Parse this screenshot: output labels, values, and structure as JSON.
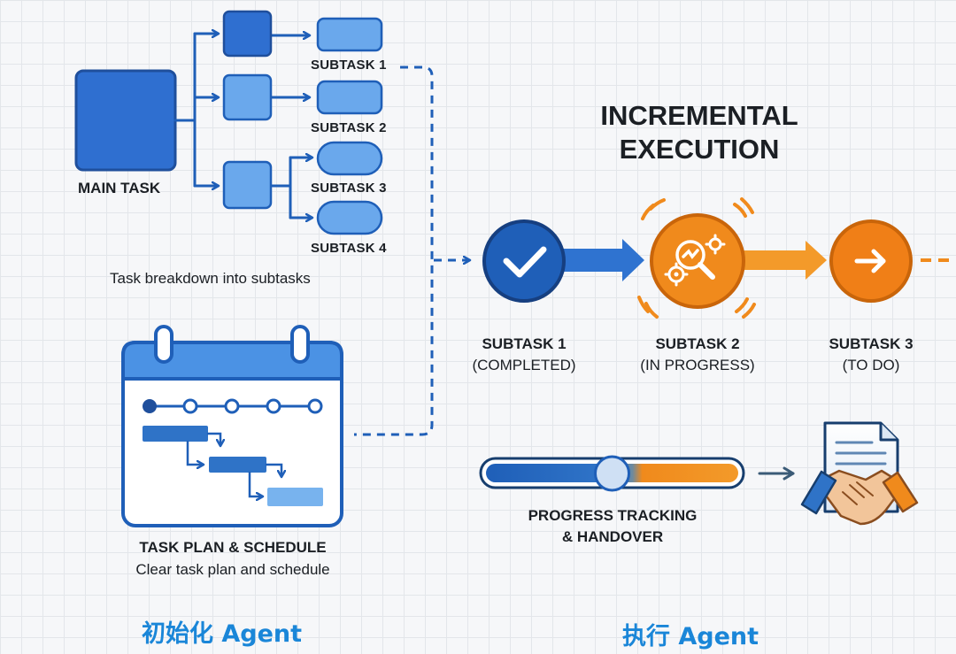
{
  "breakdown": {
    "main_task": "MAIN TASK",
    "subtasks": [
      "SUBTASK 1",
      "SUBTASK 2",
      "SUBTASK 3",
      "SUBTASK 4"
    ],
    "caption": "Task breakdown into subtasks"
  },
  "plan": {
    "title": "TASK PLAN & SCHEDULE",
    "caption": "Clear task plan and schedule"
  },
  "execution": {
    "title_line1": "INCREMENTAL",
    "title_line2": "EXECUTION",
    "steps": [
      {
        "name": "SUBTASK 1",
        "status": "(COMPLETED)",
        "icon": "check-icon",
        "color": "#1f5fb8"
      },
      {
        "name": "SUBTASK 2",
        "status": "(IN PROGRESS)",
        "icon": "gear-search-icon",
        "color": "#f08a1c"
      },
      {
        "name": "SUBTASK 3",
        "status": "(TO DO)",
        "icon": "arrow-right-icon",
        "color": "#f07f17"
      }
    ]
  },
  "progress": {
    "label_line1": "PROGRESS TRACKING",
    "label_line2": "& HANDOVER",
    "value": 0.5
  },
  "agents": {
    "init_label": "初始化 Agent",
    "exec_label": "执行 Agent"
  },
  "colors": {
    "blue_dark": "#1f5fb8",
    "blue_mid": "#3f86dd",
    "blue_light": "#7fb6ef",
    "orange": "#f08a1c",
    "agent_blue": "#1a86d8"
  }
}
